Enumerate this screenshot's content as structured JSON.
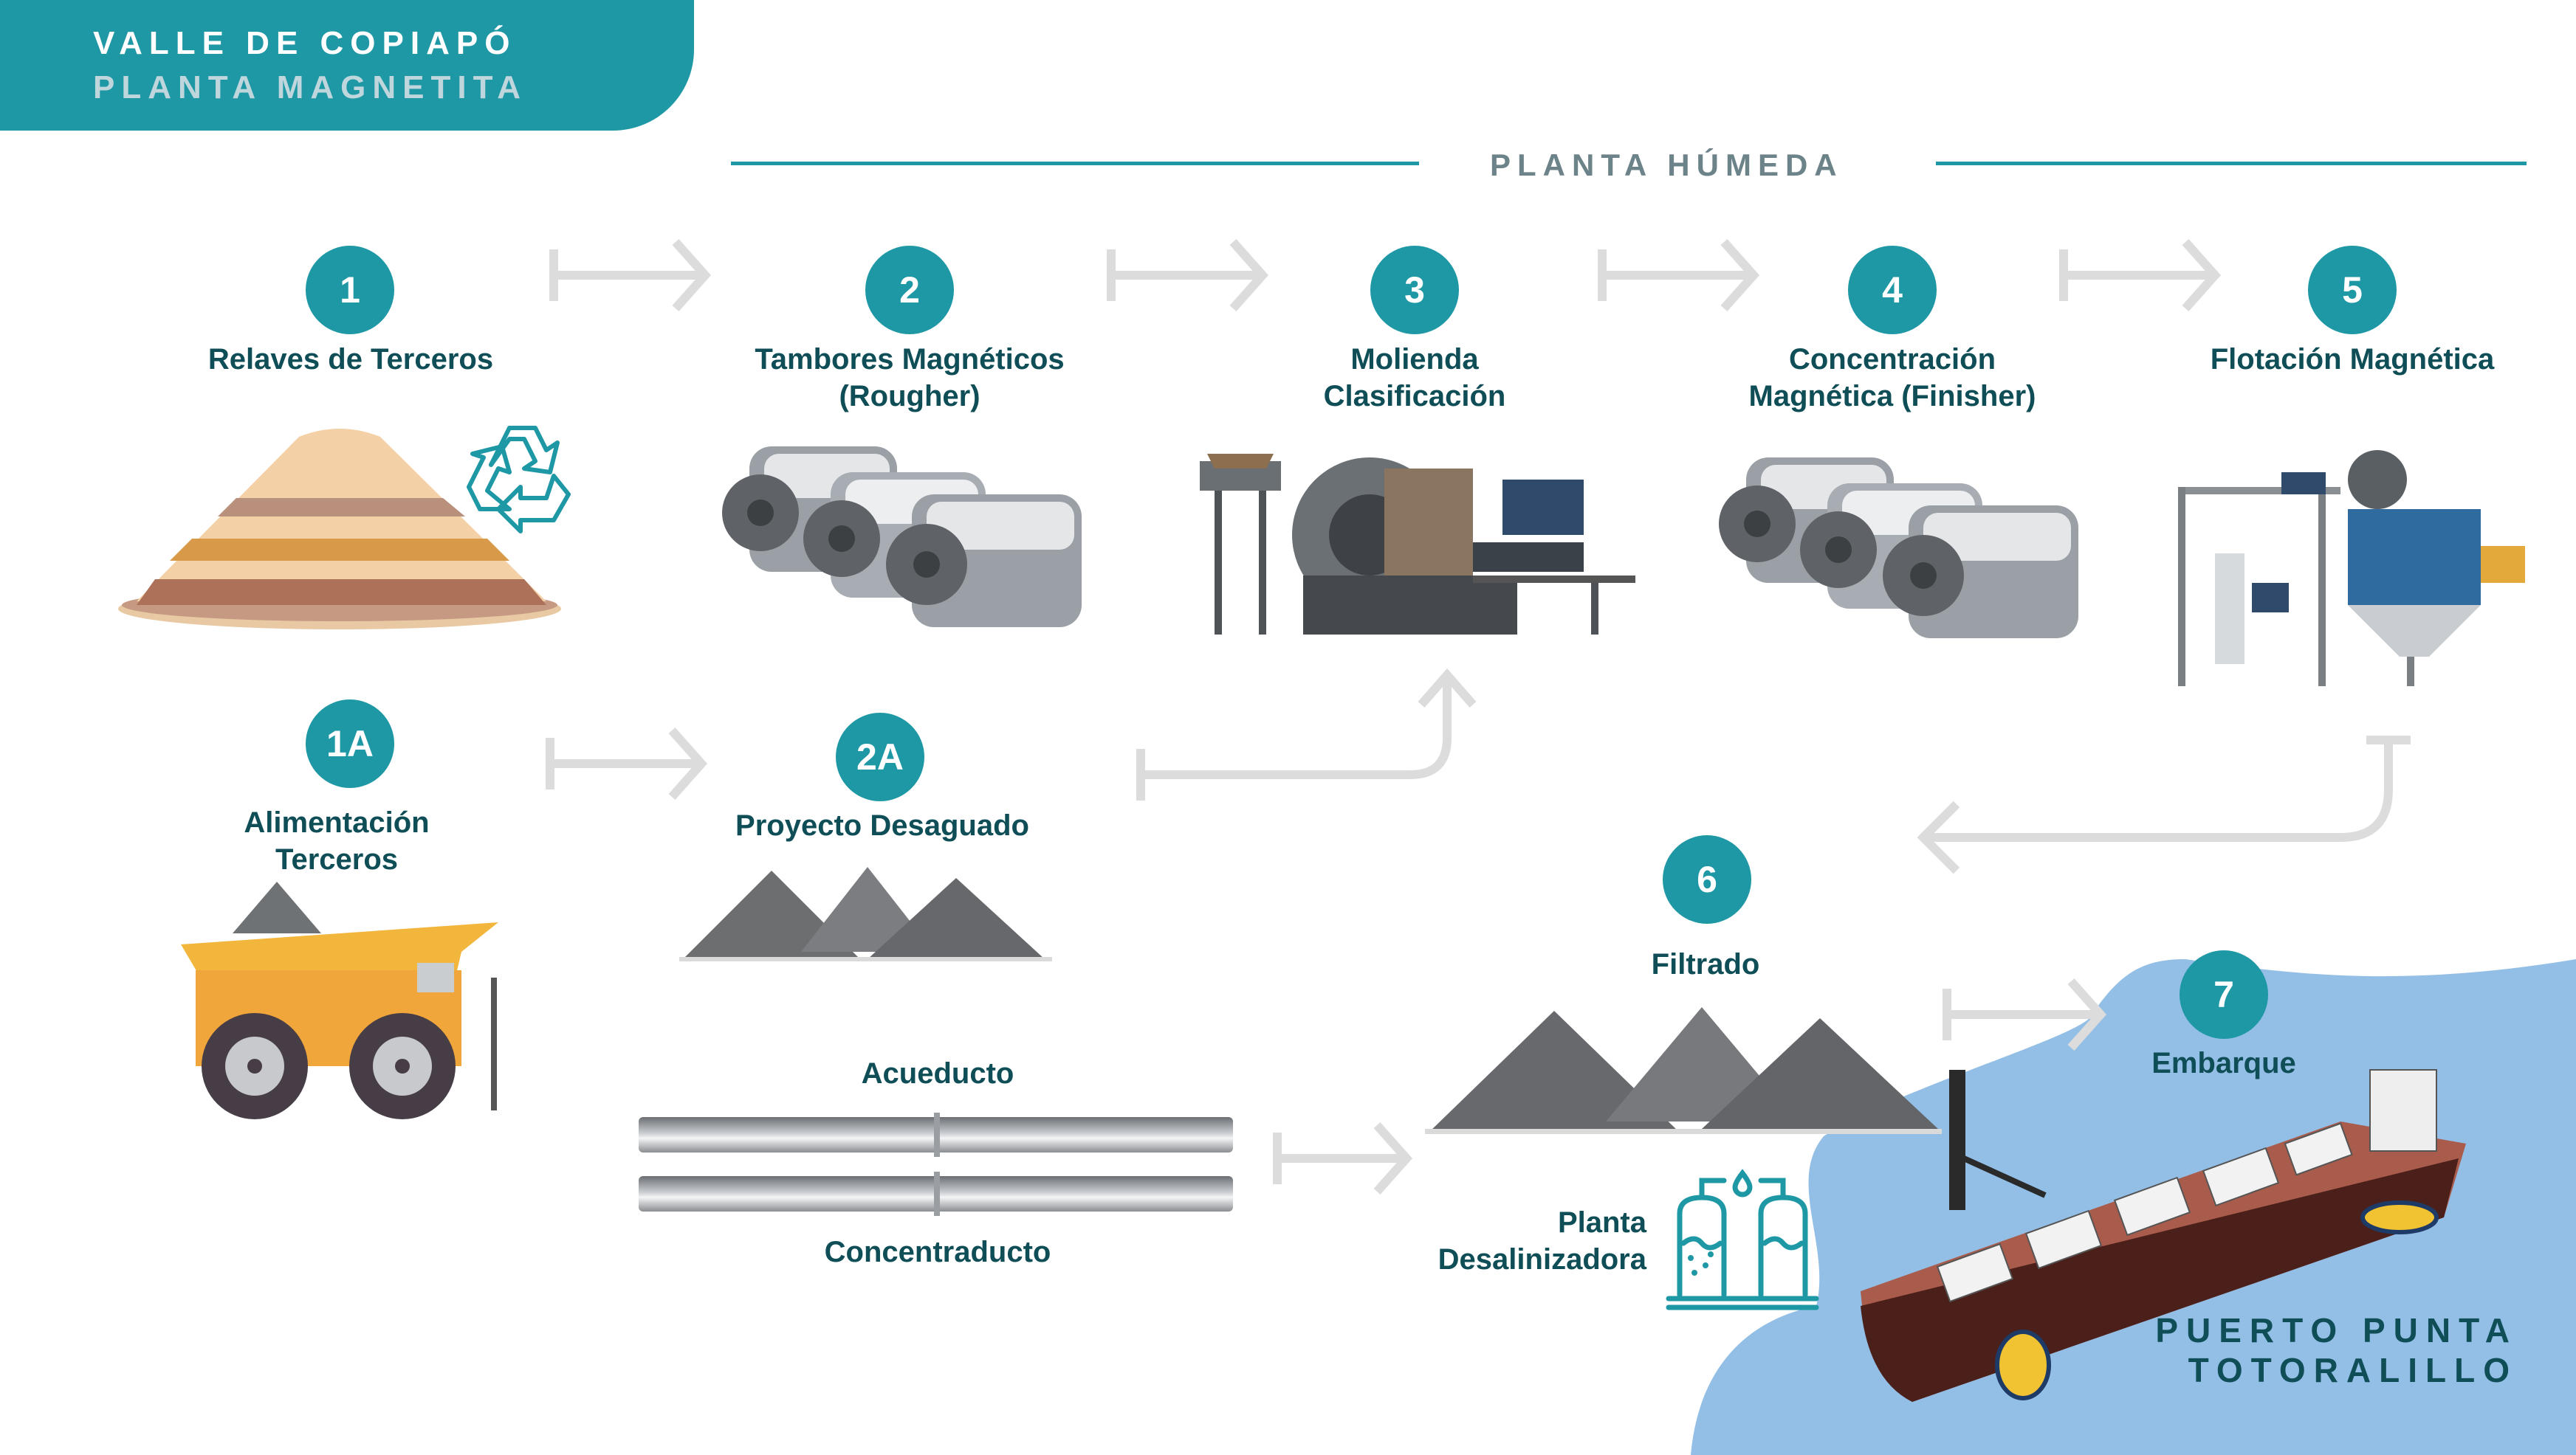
{
  "header": {
    "title_line1": "VALLE DE COPIAPÓ",
    "title_line2": "PLANTA MAGNETITA"
  },
  "section": {
    "title": "PLANTA HÚMEDA"
  },
  "steps": [
    {
      "id": "1",
      "label": "Relaves de Terceros",
      "image": "tailings-pile-with-recycle-icon"
    },
    {
      "id": "2",
      "label_line1": "Tambores Magnéticos",
      "label_line2": "(Rougher)",
      "image": "magnetic-drums"
    },
    {
      "id": "3",
      "label_line1": "Molienda",
      "label_line2": "Clasificación",
      "image": "grinding-mill"
    },
    {
      "id": "4",
      "label_line1": "Concentración",
      "label_line2": "Magnética (Finisher)",
      "image": "magnetic-drums"
    },
    {
      "id": "5",
      "label": "Flotación Magnética",
      "image": "flotation-plant"
    },
    {
      "id": "1A",
      "label_line1": "Alimentación",
      "label_line2": "Terceros",
      "image": "mining-truck"
    },
    {
      "id": "2A",
      "label": "Proyecto Desaguado",
      "image": "ore-piles"
    },
    {
      "id": "6",
      "label": "Filtrado",
      "image": "ore-piles"
    },
    {
      "id": "7",
      "label": "Embarque",
      "image": "bulk-carrier-ship"
    }
  ],
  "pipelines": {
    "top_label": "Acueducto",
    "bottom_label": "Concentraducto"
  },
  "desalination": {
    "label_line1": "Planta",
    "label_line2": "Desalinizadora"
  },
  "port": {
    "line1": "PUERTO PUNTA",
    "line2": "TOTORALILLO"
  },
  "colors": {
    "accent": "#1f98a6",
    "label_text": "#0f4e57",
    "section_text": "#6c8389",
    "arrow": "#dcdcdc",
    "sea": "#93bfe6"
  }
}
